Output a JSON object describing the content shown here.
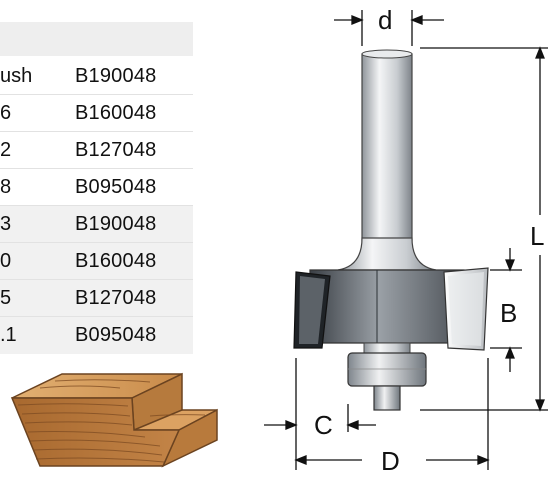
{
  "table": {
    "rows": [
      {
        "col1": "ush",
        "col2": "B190048"
      },
      {
        "col1": "6",
        "col2": "B160048"
      },
      {
        "col1": "2",
        "col2": "B127048"
      },
      {
        "col1": "8",
        "col2": "B095048"
      },
      {
        "col1": "3",
        "col2": "B190048"
      },
      {
        "col1": "0",
        "col2": "B160048"
      },
      {
        "col1": "5",
        "col2": "B127048"
      },
      {
        "col1": ".1",
        "col2": "B095048"
      }
    ]
  },
  "dimensions": {
    "d": "d",
    "L": "L",
    "B": "B",
    "C": "C",
    "D": "D"
  },
  "colors": {
    "metal_dark": "#4a4f55",
    "metal_light": "#e6e8ea",
    "wood": "#c98b4a",
    "wood_dark": "#8a5a2b"
  }
}
